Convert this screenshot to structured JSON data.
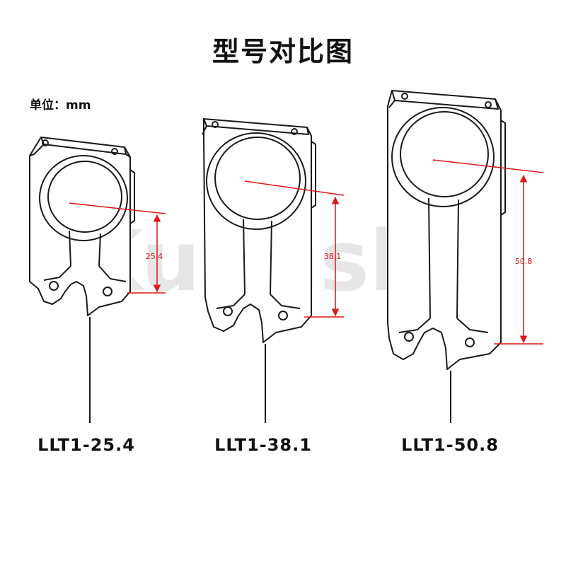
{
  "title": "型号对比图",
  "unit_label": "单位：mm",
  "watermark": "Kungshu",
  "colors": {
    "dimension": "#e01515",
    "outline": "#1a1a1a",
    "watermark": "#e6e6e6"
  },
  "models": [
    {
      "name": "LLT1-25.4",
      "dimension": "25.4"
    },
    {
      "name": "LLT1-38.1",
      "dimension": "38.1"
    },
    {
      "name": "LLT1-50.8",
      "dimension": "50.8"
    }
  ]
}
